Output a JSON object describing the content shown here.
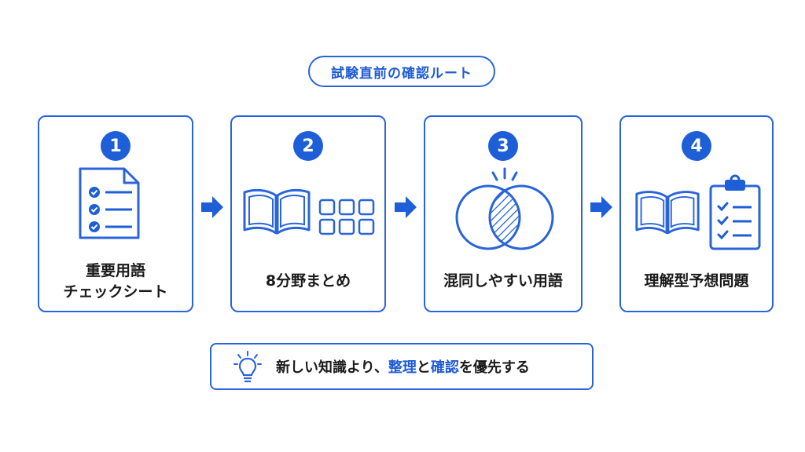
{
  "title": "試験直前の確認ルート",
  "steps": [
    {
      "number": "1",
      "label_line1": "重要用語",
      "label_line2": "チェックシート"
    },
    {
      "number": "2",
      "label_line1": "8分野まとめ"
    },
    {
      "number": "3",
      "label_line1": "混同しやすい用語"
    },
    {
      "number": "4",
      "label_line1": "理解型予想問題"
    }
  ],
  "tip": {
    "prefix": "新しい知識より、",
    "highlight1": "整理",
    "connector": "と",
    "highlight2": "確認",
    "suffix": "を優先する"
  },
  "colors": {
    "accent": "#1e5fd8",
    "text": "#1a1a1a"
  },
  "icons": [
    "checklist-document-icon",
    "open-book-icon",
    "grid-icon",
    "venn-overlap-icon",
    "clipboard-checklist-icon",
    "lightbulb-icon",
    "right-arrow-icon"
  ]
}
